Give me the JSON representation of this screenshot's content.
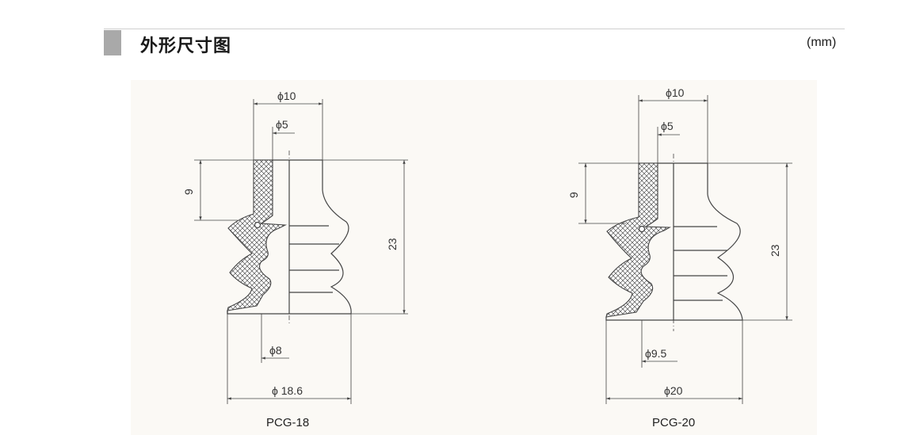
{
  "header": {
    "title": "外形尺寸图",
    "unit": "(mm)"
  },
  "colors": {
    "title_marker": "#a9a9a9",
    "panel_background": "#fbf9f5",
    "line": "#444444"
  },
  "drawings": [
    {
      "caption": "PCG-18",
      "top_outer_dia": "ϕ10",
      "top_inner_dia": "ϕ5",
      "neck_height": "9",
      "total_height": "23",
      "bottom_inner_dia": "ϕ8",
      "bottom_outer_dia": "ϕ 18.6"
    },
    {
      "caption": "PCG-20",
      "top_outer_dia": "ϕ10",
      "top_inner_dia": "ϕ5",
      "neck_height": "9",
      "total_height": "23",
      "bottom_inner_dia": "ϕ9.5",
      "bottom_outer_dia": "ϕ20"
    }
  ]
}
